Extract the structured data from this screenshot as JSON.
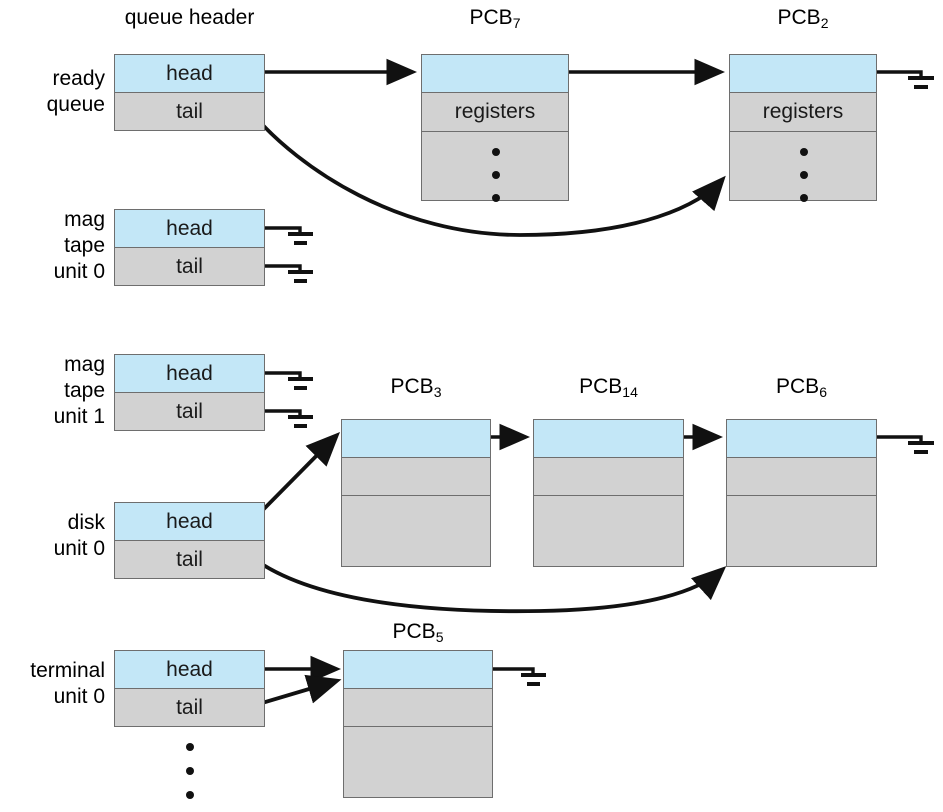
{
  "diagram": {
    "title_header": "queue header",
    "colors": {
      "head_cell": "#c3e7f7",
      "tail_cell": "#d2d2d2",
      "border": "#6e6e6e",
      "line": "#111111",
      "background": "#ffffff"
    },
    "cell_labels": {
      "head": "head",
      "tail": "tail",
      "registers": "registers"
    },
    "queues": [
      {
        "id": "ready-queue",
        "label": "ready\nqueue"
      },
      {
        "id": "mag-tape-unit-0",
        "label": "mag\ntape\nunit 0"
      },
      {
        "id": "mag-tape-unit-1",
        "label": "mag\ntape\nunit 1"
      },
      {
        "id": "disk-unit-0",
        "label": "disk\nunit 0"
      },
      {
        "id": "terminal-unit-0",
        "label": "terminal\nunit 0"
      }
    ],
    "pcbs": [
      {
        "id": "pcb-7",
        "name": "PCB",
        "index": "7",
        "rows": [
          "",
          "registers",
          "dots"
        ]
      },
      {
        "id": "pcb-2",
        "name": "PCB",
        "index": "2",
        "rows": [
          "",
          "registers",
          "dots"
        ]
      },
      {
        "id": "pcb-3",
        "name": "PCB",
        "index": "3",
        "rows": [
          "",
          "",
          ""
        ]
      },
      {
        "id": "pcb-14",
        "name": "PCB",
        "index": "14",
        "rows": [
          "",
          "",
          ""
        ]
      },
      {
        "id": "pcb-6",
        "name": "PCB",
        "index": "6",
        "rows": [
          "",
          "",
          ""
        ]
      },
      {
        "id": "pcb-5",
        "name": "PCB",
        "index": "5",
        "rows": [
          "",
          "",
          ""
        ]
      }
    ],
    "captions": {
      "pcb7": "PCB",
      "pcb7_sub": "7",
      "pcb2": "PCB",
      "pcb2_sub": "2",
      "pcb3": "PCB",
      "pcb3_sub": "3",
      "pcb14": "PCB",
      "pcb14_sub": "14",
      "pcb6": "PCB",
      "pcb6_sub": "6",
      "pcb5": "PCB",
      "pcb5_sub": "5"
    }
  }
}
